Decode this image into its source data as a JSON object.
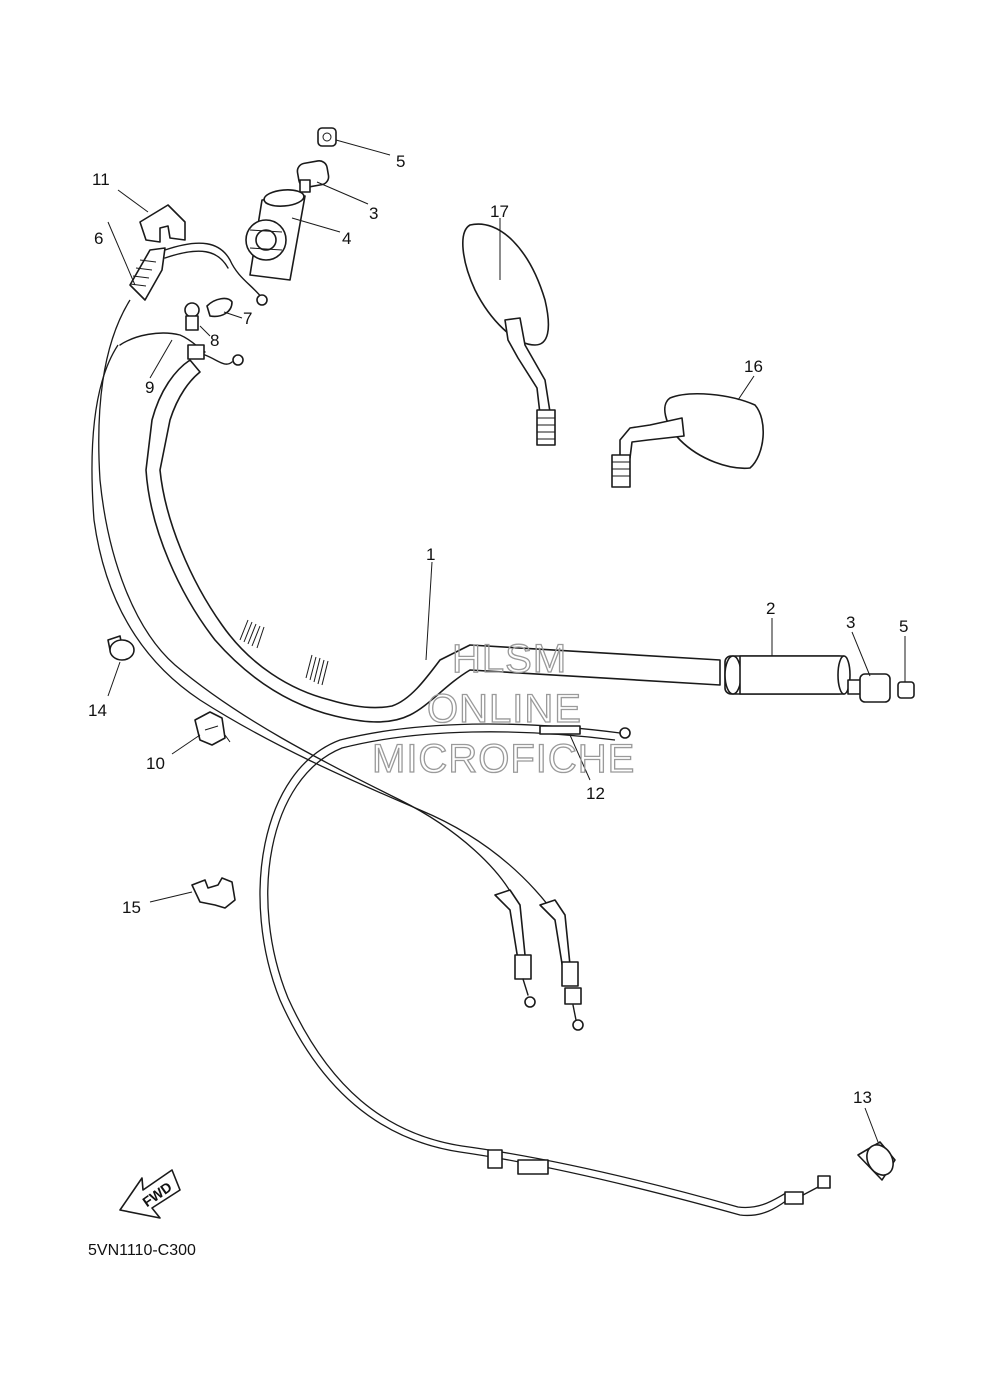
{
  "diagram_code": "5VN1110-C300",
  "fwd_label": "FWD",
  "watermark": {
    "line1": "HLSM",
    "line2": "ONLINE",
    "line3": "MICROFICHE"
  },
  "callouts": [
    {
      "id": "p1",
      "label": "1"
    },
    {
      "id": "p2",
      "label": "2"
    },
    {
      "id": "p3a",
      "label": "3"
    },
    {
      "id": "p3b",
      "label": "3"
    },
    {
      "id": "p4",
      "label": "4"
    },
    {
      "id": "p5a",
      "label": "5"
    },
    {
      "id": "p5b",
      "label": "5"
    },
    {
      "id": "p6",
      "label": "6"
    },
    {
      "id": "p7",
      "label": "7"
    },
    {
      "id": "p8",
      "label": "8"
    },
    {
      "id": "p9",
      "label": "9"
    },
    {
      "id": "p10",
      "label": "10"
    },
    {
      "id": "p11",
      "label": "11"
    },
    {
      "id": "p12",
      "label": "12"
    },
    {
      "id": "p13",
      "label": "13"
    },
    {
      "id": "p14",
      "label": "14"
    },
    {
      "id": "p15",
      "label": "15"
    },
    {
      "id": "p16",
      "label": "16"
    },
    {
      "id": "p17",
      "label": "17"
    }
  ]
}
